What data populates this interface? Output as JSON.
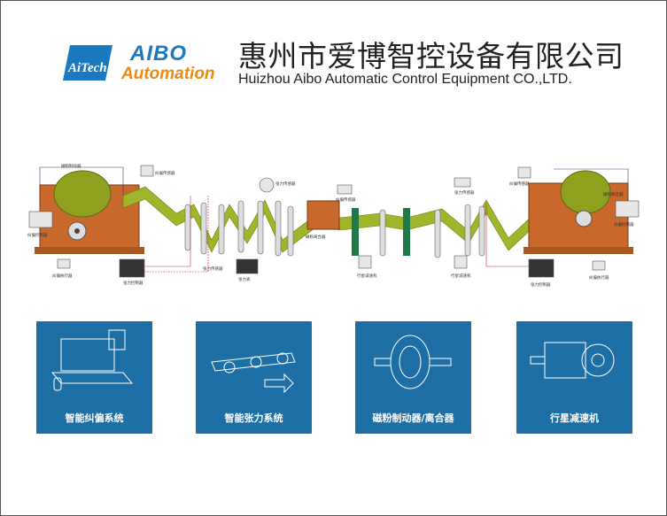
{
  "header": {
    "logo_text": "AiTech",
    "brand_name": "AIBO",
    "brand_sub": "Automation",
    "company_cn": "惠州市爱博智控设备有限公司",
    "company_en": "Huizhou Aibo Automatic Control Equipment CO.,LTD."
  },
  "diagram": {
    "labels": [
      "磁粉制动器",
      "纠偏传感器",
      "纠偏控制器",
      "纠偏执行器",
      "张力控制器",
      "张力传感器",
      "张力传感器",
      "张力表",
      "纠偏传感器",
      "磁粉离合器",
      "行星减速机",
      "张力传感器",
      "行星减速机",
      "纠偏传感器",
      "张力控制器",
      "磁粉离合器",
      "纠偏控制器",
      "纠偏执行器"
    ]
  },
  "cards": [
    {
      "title": "智能纠偏系统",
      "icon": "web-guide-icon"
    },
    {
      "title": "智能张力系统",
      "icon": "tension-system-icon"
    },
    {
      "title": "磁粉制动器/离合器",
      "icon": "magnetic-brake-icon"
    },
    {
      "title": "行星减速机",
      "icon": "planetary-reducer-icon"
    }
  ],
  "colors": {
    "brand_blue": "#1b79c0",
    "brand_orange": "#e88a14",
    "card_blue": "#1e6fa6",
    "web_green": "#9fb52a",
    "machine_orange": "#c8682a"
  }
}
